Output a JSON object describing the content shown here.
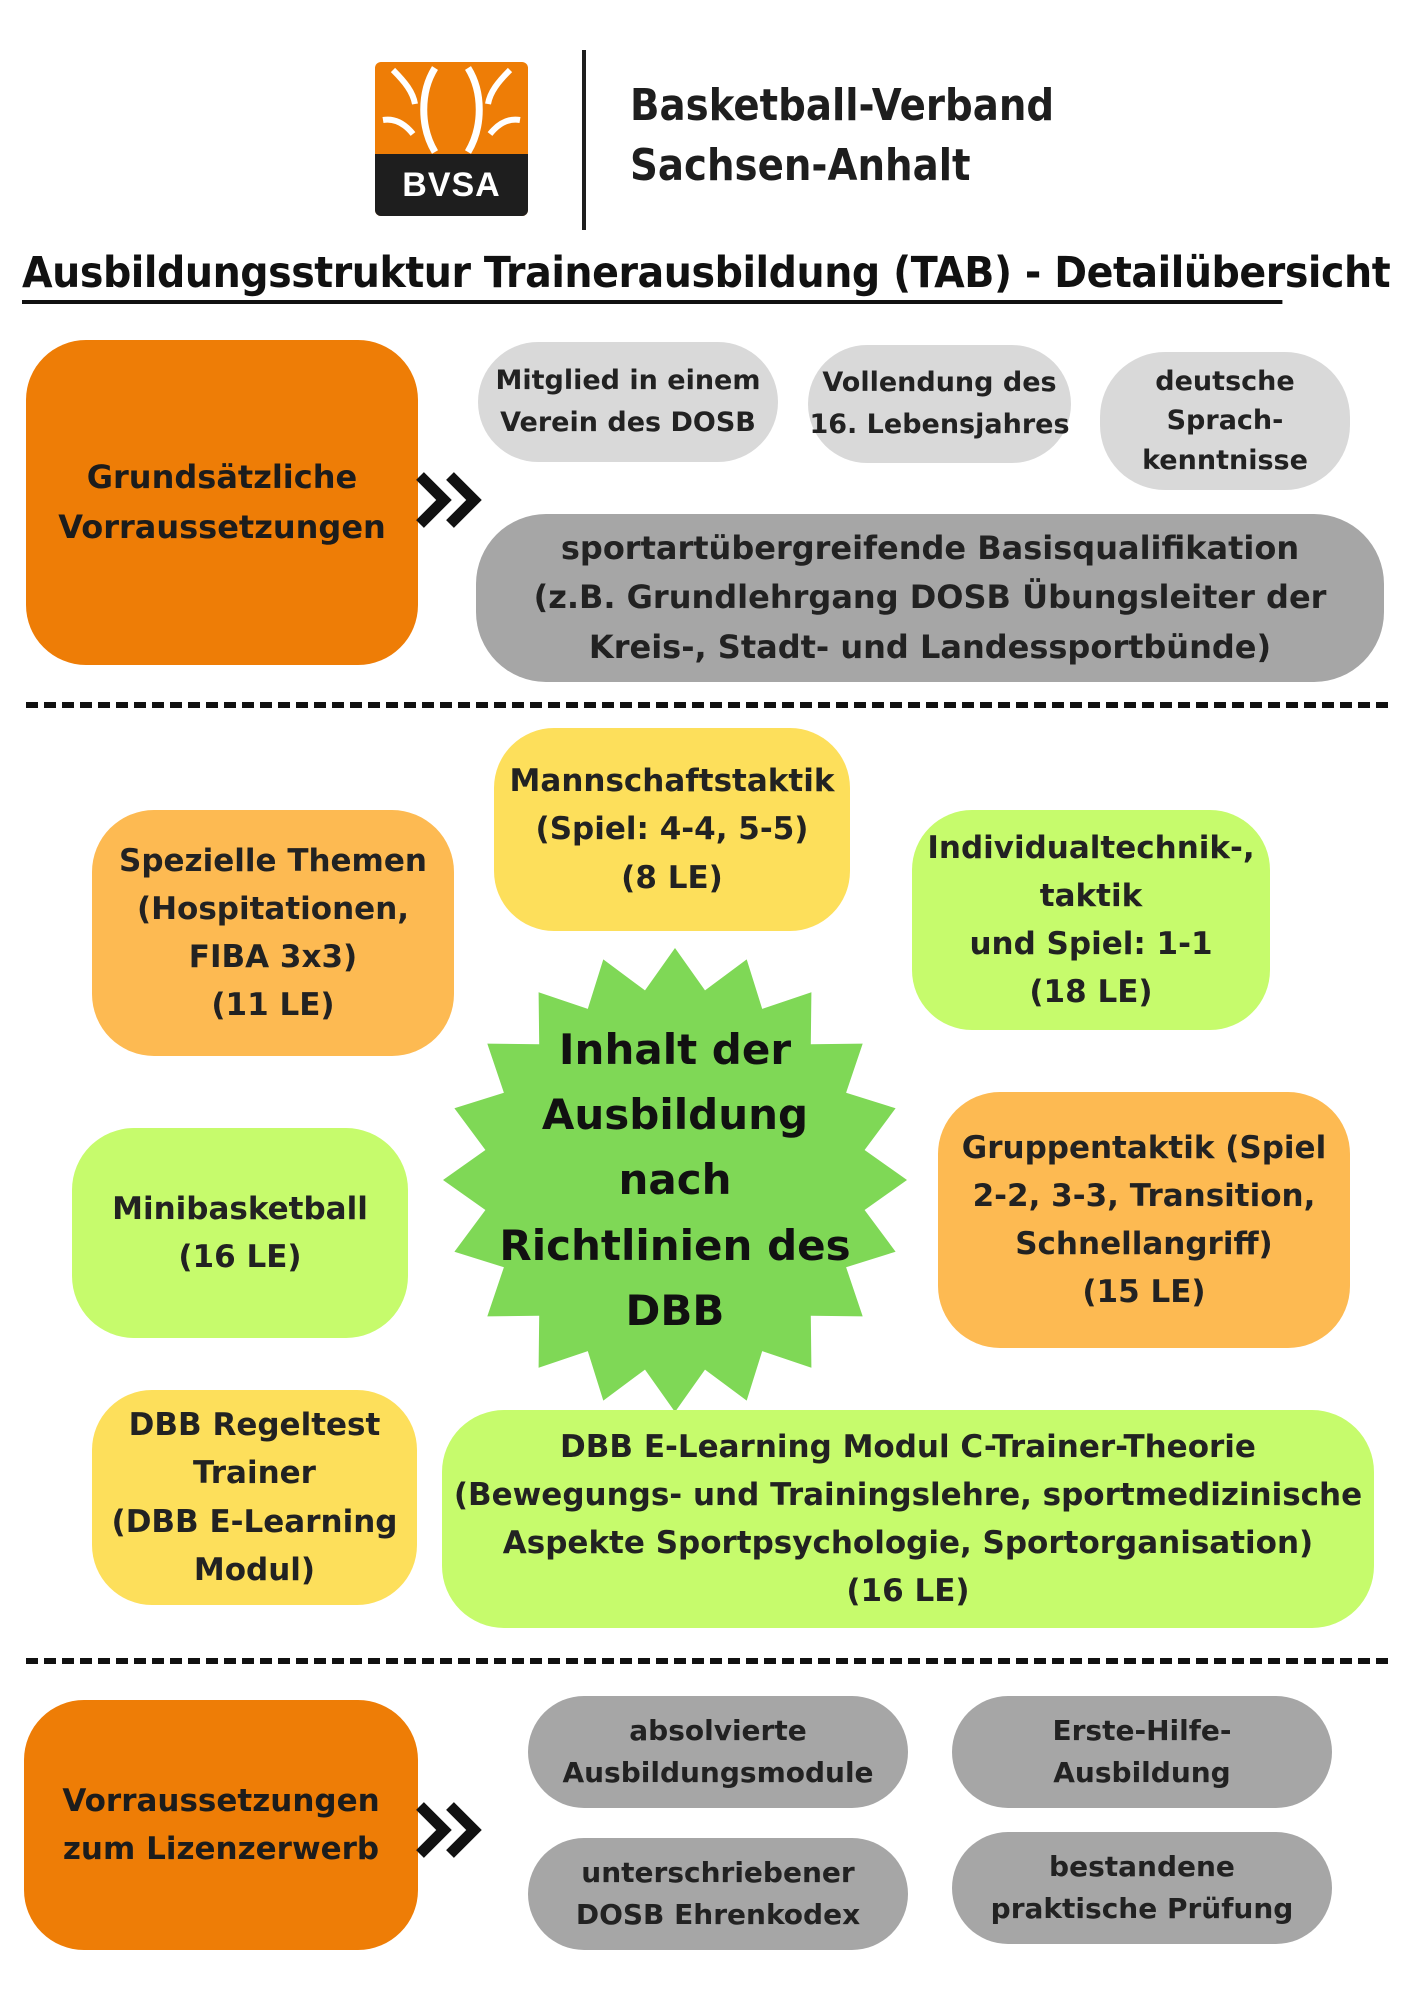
{
  "header": {
    "logo_text": "BVSA",
    "org_name_line1": "Basketball-Verband",
    "org_name_line2": "Sachsen-Anhalt"
  },
  "title": "Ausbildungsstruktur Trainerausbildung (TAB) - Detailübersicht",
  "section1": {
    "main": "Grundsätzliche\nVorraussetzungen",
    "items": [
      "Mitglied in einem\nVerein des DOSB",
      "Vollendung des\n16. Lebensjahres",
      "deutsche\nSprach-\nkenntnisse"
    ],
    "basis": "sportartübergreifende Basisqualifikation\n(z.B. Grundlehrgang DOSB Übungsleiter der\nKreis-, Stadt- und Landessportbünde)"
  },
  "section2": {
    "center": "Inhalt der\nAusbildung\nnach\nRichtlinien des\nDBB",
    "mannschaftstaktik": "Mannschaftstaktik\n(Spiel: 4-4, 5-5)\n(8 LE)",
    "spezielle": "Spezielle Themen\n(Hospitationen,\nFIBA 3x3)\n(11 LE)",
    "individual": "Individualtechnik-,\ntaktik\nund Spiel: 1-1\n(18 LE)",
    "minibasketball": "Minibasketball\n(16 LE)",
    "gruppentaktik": "Gruppentaktik (Spiel\n2-2, 3-3, Transition,\nSchnellangriff)\n(15 LE)",
    "regeltest": "DBB Regeltest\nTrainer\n(DBB E-Learning\nModul)",
    "elearning": "DBB E-Learning Modul C-Trainer-Theorie\n(Bewegungs- und Trainingslehre, sportmedizinische\nAspekte Sportpsychologie, Sportorganisation)\n(16 LE)"
  },
  "section3": {
    "main": "Vorraussetzungen\nzum Lizenzerwerb",
    "items": [
      "absolvierte\nAusbildungsmodule",
      "Erste-Hilfe-\nAusbildung",
      "unterschriebener\nDOSB Ehrenkodex",
      "bestandene\npraktische Prüfung"
    ]
  },
  "colors": {
    "orange": "#ee7d06",
    "light_orange": "#fdba52",
    "yellow": "#fddf5b",
    "lime": "#c6fb6c",
    "green_star": "#7fd856",
    "light_gray": "#d9d9d9",
    "gray": "#a6a6a6"
  },
  "icons": [
    "basketball-logo-icon",
    "double-chevron-right-icon"
  ]
}
